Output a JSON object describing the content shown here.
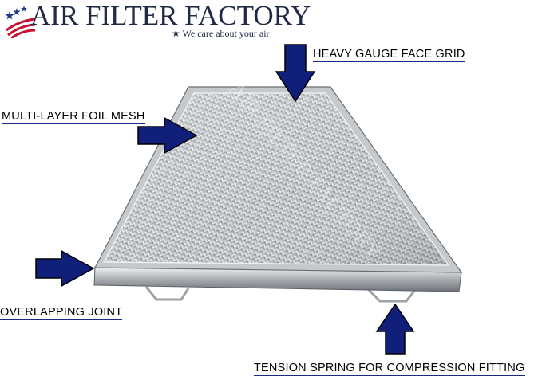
{
  "logo": {
    "title": "AIR FILTER FACTORY",
    "tagline": "★ We care about your air"
  },
  "callouts": {
    "face_grid": "HEAVY GAUGE FACE GRID",
    "foil_mesh": "MULTI-LAYER FOIL MESH",
    "joint": "OVERLAPPING JOINT",
    "spring": "TENSION SPRING FOR COMPRESSION FITTING"
  },
  "watermark": "AIR FILTER FACTORY",
  "colors": {
    "arrow_fill": "#0f1f7a",
    "arrow_stroke": "#000000",
    "underline": "#1a2a8a",
    "logo_text": "#1f2a44",
    "flag_red": "#c8102e",
    "flag_blue": "#1f3a8a"
  }
}
